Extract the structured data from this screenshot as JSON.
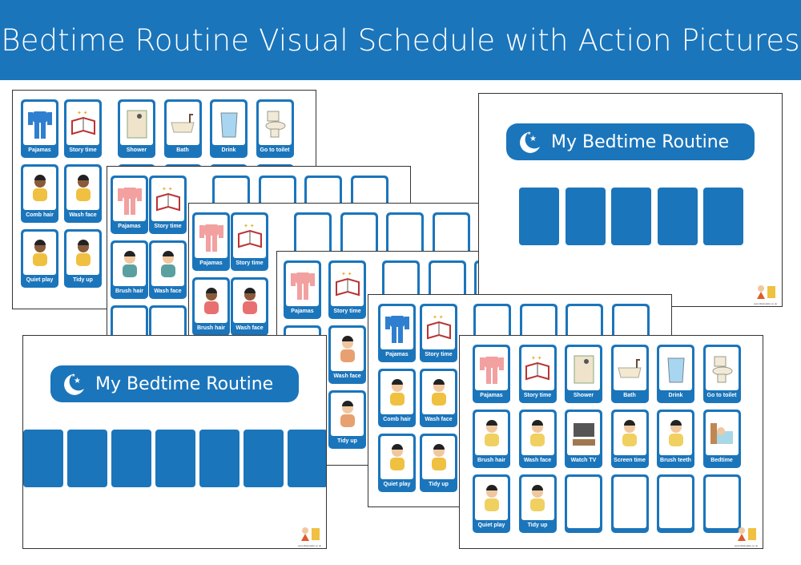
{
  "header": {
    "title": "Bedtime Routine Visual Schedule with Action Pictures"
  },
  "colors": {
    "brand": "#1b75bb"
  },
  "routine_title": "My Bedtime Routine",
  "watermark": "www.littlelotalks.co.uk",
  "sheets": [
    {
      "id": "boy-blue",
      "style": "boy",
      "cards": [
        [
          "Pajamas",
          "Story time",
          "Shower",
          "Bath",
          "Drink",
          "Go to toilet"
        ],
        [
          "Comb hair",
          "Wash face",
          "",
          "",
          "",
          ""
        ],
        [
          "Quiet play",
          "Tidy up"
        ]
      ]
    },
    {
      "id": "girl-a",
      "style": "girl1",
      "cards": [
        [
          "Pajamas",
          "Story time",
          "",
          "",
          "",
          ""
        ],
        [
          "Brush hair",
          "Wash face"
        ],
        [
          "",
          ""
        ]
      ]
    },
    {
      "id": "girl-b",
      "style": "girl2",
      "cards": [
        [
          "Pajamas",
          "Story time",
          "",
          "",
          "",
          ""
        ],
        [
          "Brush hair",
          "Wash face"
        ]
      ]
    },
    {
      "id": "girl-c",
      "style": "girl3",
      "cards": [
        [
          "Pajamas",
          "Story time",
          "",
          "",
          "",
          ""
        ],
        [
          "",
          "Wash face"
        ],
        [
          "",
          "Tidy up"
        ]
      ]
    },
    {
      "id": "routine-5",
      "routine": true,
      "slots": 5
    },
    {
      "id": "routine-7",
      "routine": true,
      "slots": 7
    },
    {
      "id": "boy-b",
      "style": "boy2",
      "cards": [
        [
          "Pajamas",
          "Story time",
          "",
          "",
          "",
          ""
        ],
        [
          "Comb hair",
          "Wash face"
        ],
        [
          "Quiet play",
          "Tidy up"
        ]
      ]
    },
    {
      "id": "girl-d",
      "style": "girl4",
      "cards": [
        [
          "Pajamas",
          "Story time",
          "Shower",
          "Bath",
          "Drink",
          "Go to toilet"
        ],
        [
          "Brush hair",
          "Wash face",
          "Watch TV",
          "Screen time",
          "Brush teeth",
          "Bedtime"
        ],
        [
          "Quiet play",
          "Tidy up",
          "",
          "",
          "",
          ""
        ]
      ]
    }
  ]
}
